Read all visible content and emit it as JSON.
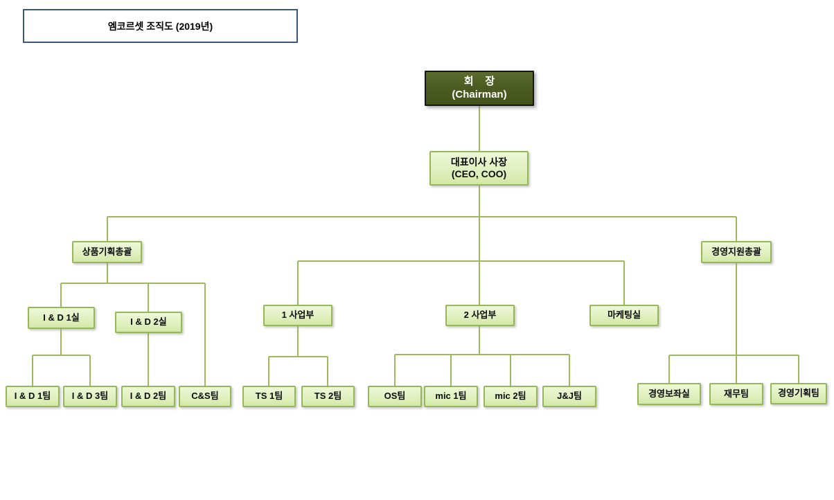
{
  "page_title": "엠코르셋 조직도 (2019년)",
  "colors": {
    "line": "#9cba5c",
    "box_fill_top": "#eef8d8",
    "box_fill_bottom": "#d2e8a6",
    "box_border": "#94b857",
    "chairman_fill": "#4c5b21",
    "chairman_border": "#161616",
    "title_border": "#3a5876"
  },
  "nodes": {
    "chairman": {
      "label": "회    장",
      "sublabel": "(Chairman)"
    },
    "ceo": {
      "label": "대표이사 사장",
      "sublabel": "(CEO, COO)"
    },
    "product_planning": {
      "label": "상품기획총괄"
    },
    "management_support": {
      "label": "경영지원총괄"
    },
    "business_div_1": {
      "label": "1 사업부"
    },
    "business_div_2": {
      "label": "2 사업부"
    },
    "marketing_office": {
      "label": "마케팅실"
    },
    "ind_office_1": {
      "label": "I & D 1실"
    },
    "ind_office_2": {
      "label": "I & D 2실"
    },
    "ind_team_1": {
      "label": "I & D 1팀"
    },
    "ind_team_3": {
      "label": "I & D 3팀"
    },
    "ind_team_2": {
      "label": "I & D 2팀"
    },
    "cs_team": {
      "label": "C&S팀"
    },
    "ts_team_1": {
      "label": "TS 1팀"
    },
    "ts_team_2": {
      "label": "TS 2팀"
    },
    "os_team": {
      "label": "OS팀"
    },
    "mic_team_1": {
      "label": "mic 1팀"
    },
    "mic_team_2": {
      "label": "mic 2팀"
    },
    "jj_team": {
      "label": "J&J팀"
    },
    "management_assist_office": {
      "label": "경영보좌실"
    },
    "finance_team": {
      "label": "재무팀"
    },
    "management_planning_team": {
      "label": "경영기획팀"
    }
  },
  "edges": [
    [
      "chairman",
      "ceo"
    ],
    [
      "ceo",
      "product_planning"
    ],
    [
      "ceo",
      "business_div_1"
    ],
    [
      "ceo",
      "business_div_2"
    ],
    [
      "ceo",
      "marketing_office"
    ],
    [
      "ceo",
      "management_support"
    ],
    [
      "product_planning",
      "ind_office_1"
    ],
    [
      "product_planning",
      "ind_office_2"
    ],
    [
      "product_planning",
      "cs_team"
    ],
    [
      "ind_office_1",
      "ind_team_1"
    ],
    [
      "ind_office_1",
      "ind_team_3"
    ],
    [
      "ind_office_2",
      "ind_team_2"
    ],
    [
      "business_div_1",
      "ts_team_1"
    ],
    [
      "business_div_1",
      "ts_team_2"
    ],
    [
      "business_div_2",
      "os_team"
    ],
    [
      "business_div_2",
      "mic_team_1"
    ],
    [
      "business_div_2",
      "mic_team_2"
    ],
    [
      "business_div_2",
      "jj_team"
    ],
    [
      "management_support",
      "management_assist_office"
    ],
    [
      "management_support",
      "finance_team"
    ],
    [
      "management_support",
      "management_planning_team"
    ]
  ]
}
